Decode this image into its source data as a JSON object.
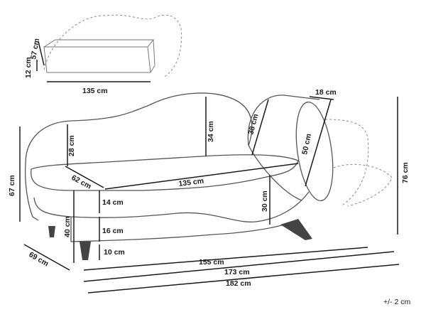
{
  "dimensions": {
    "box_width": "135 cm",
    "box_height_a": "57 cm",
    "box_height_b": "12 cm",
    "cushion_depth": "18 cm",
    "cushion_width": "38 cm",
    "cushion_length": "50 cm",
    "back_height": "34 cm",
    "arm_height": "28 cm",
    "seat_depth": "62 cm",
    "seat_width": "135 cm",
    "seat_to_floor_side": "30 cm",
    "total_height": "67 cm",
    "total_height_right": "76 cm",
    "seat_height": "40 cm",
    "cushion_thickness": "14 cm",
    "base_height": "16 cm",
    "leg_height": "10 cm",
    "depth": "69 cm",
    "width_a": "155 cm",
    "width_b": "173 cm",
    "width_c": "182 cm"
  },
  "tolerance": "+/- 2 cm"
}
